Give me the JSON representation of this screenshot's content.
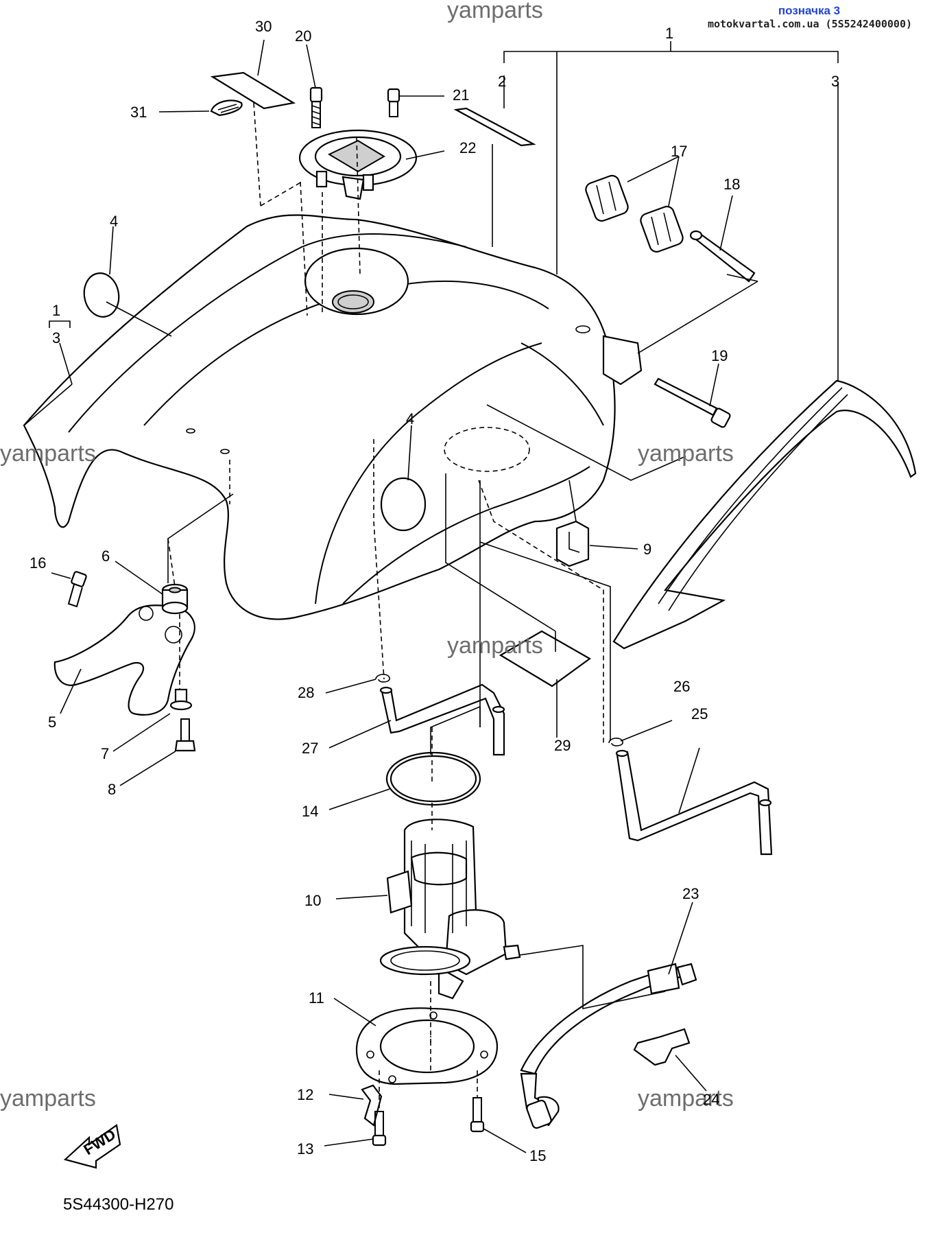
{
  "header": {
    "watermark_top": "yamparts",
    "tag": "позначка 3",
    "source": "motokvartal.com.ua (5S5242400000)"
  },
  "watermarks": [
    "yamparts",
    "yamparts",
    "yamparts",
    "yamparts",
    "yamparts",
    "yamparts"
  ],
  "callouts": [
    "1",
    "2",
    "3",
    "4",
    "4",
    "5",
    "6",
    "7",
    "8",
    "9",
    "10",
    "11",
    "12",
    "13",
    "14",
    "15",
    "16",
    "17",
    "18",
    "19",
    "20",
    "21",
    "22",
    "23",
    "24",
    "25",
    "26",
    "27",
    "28",
    "29",
    "30",
    "31"
  ],
  "group_label": {
    "top": "1",
    "bottom": "3"
  },
  "fwd_label": "FWD",
  "diagram_code": "5S44300-H270"
}
